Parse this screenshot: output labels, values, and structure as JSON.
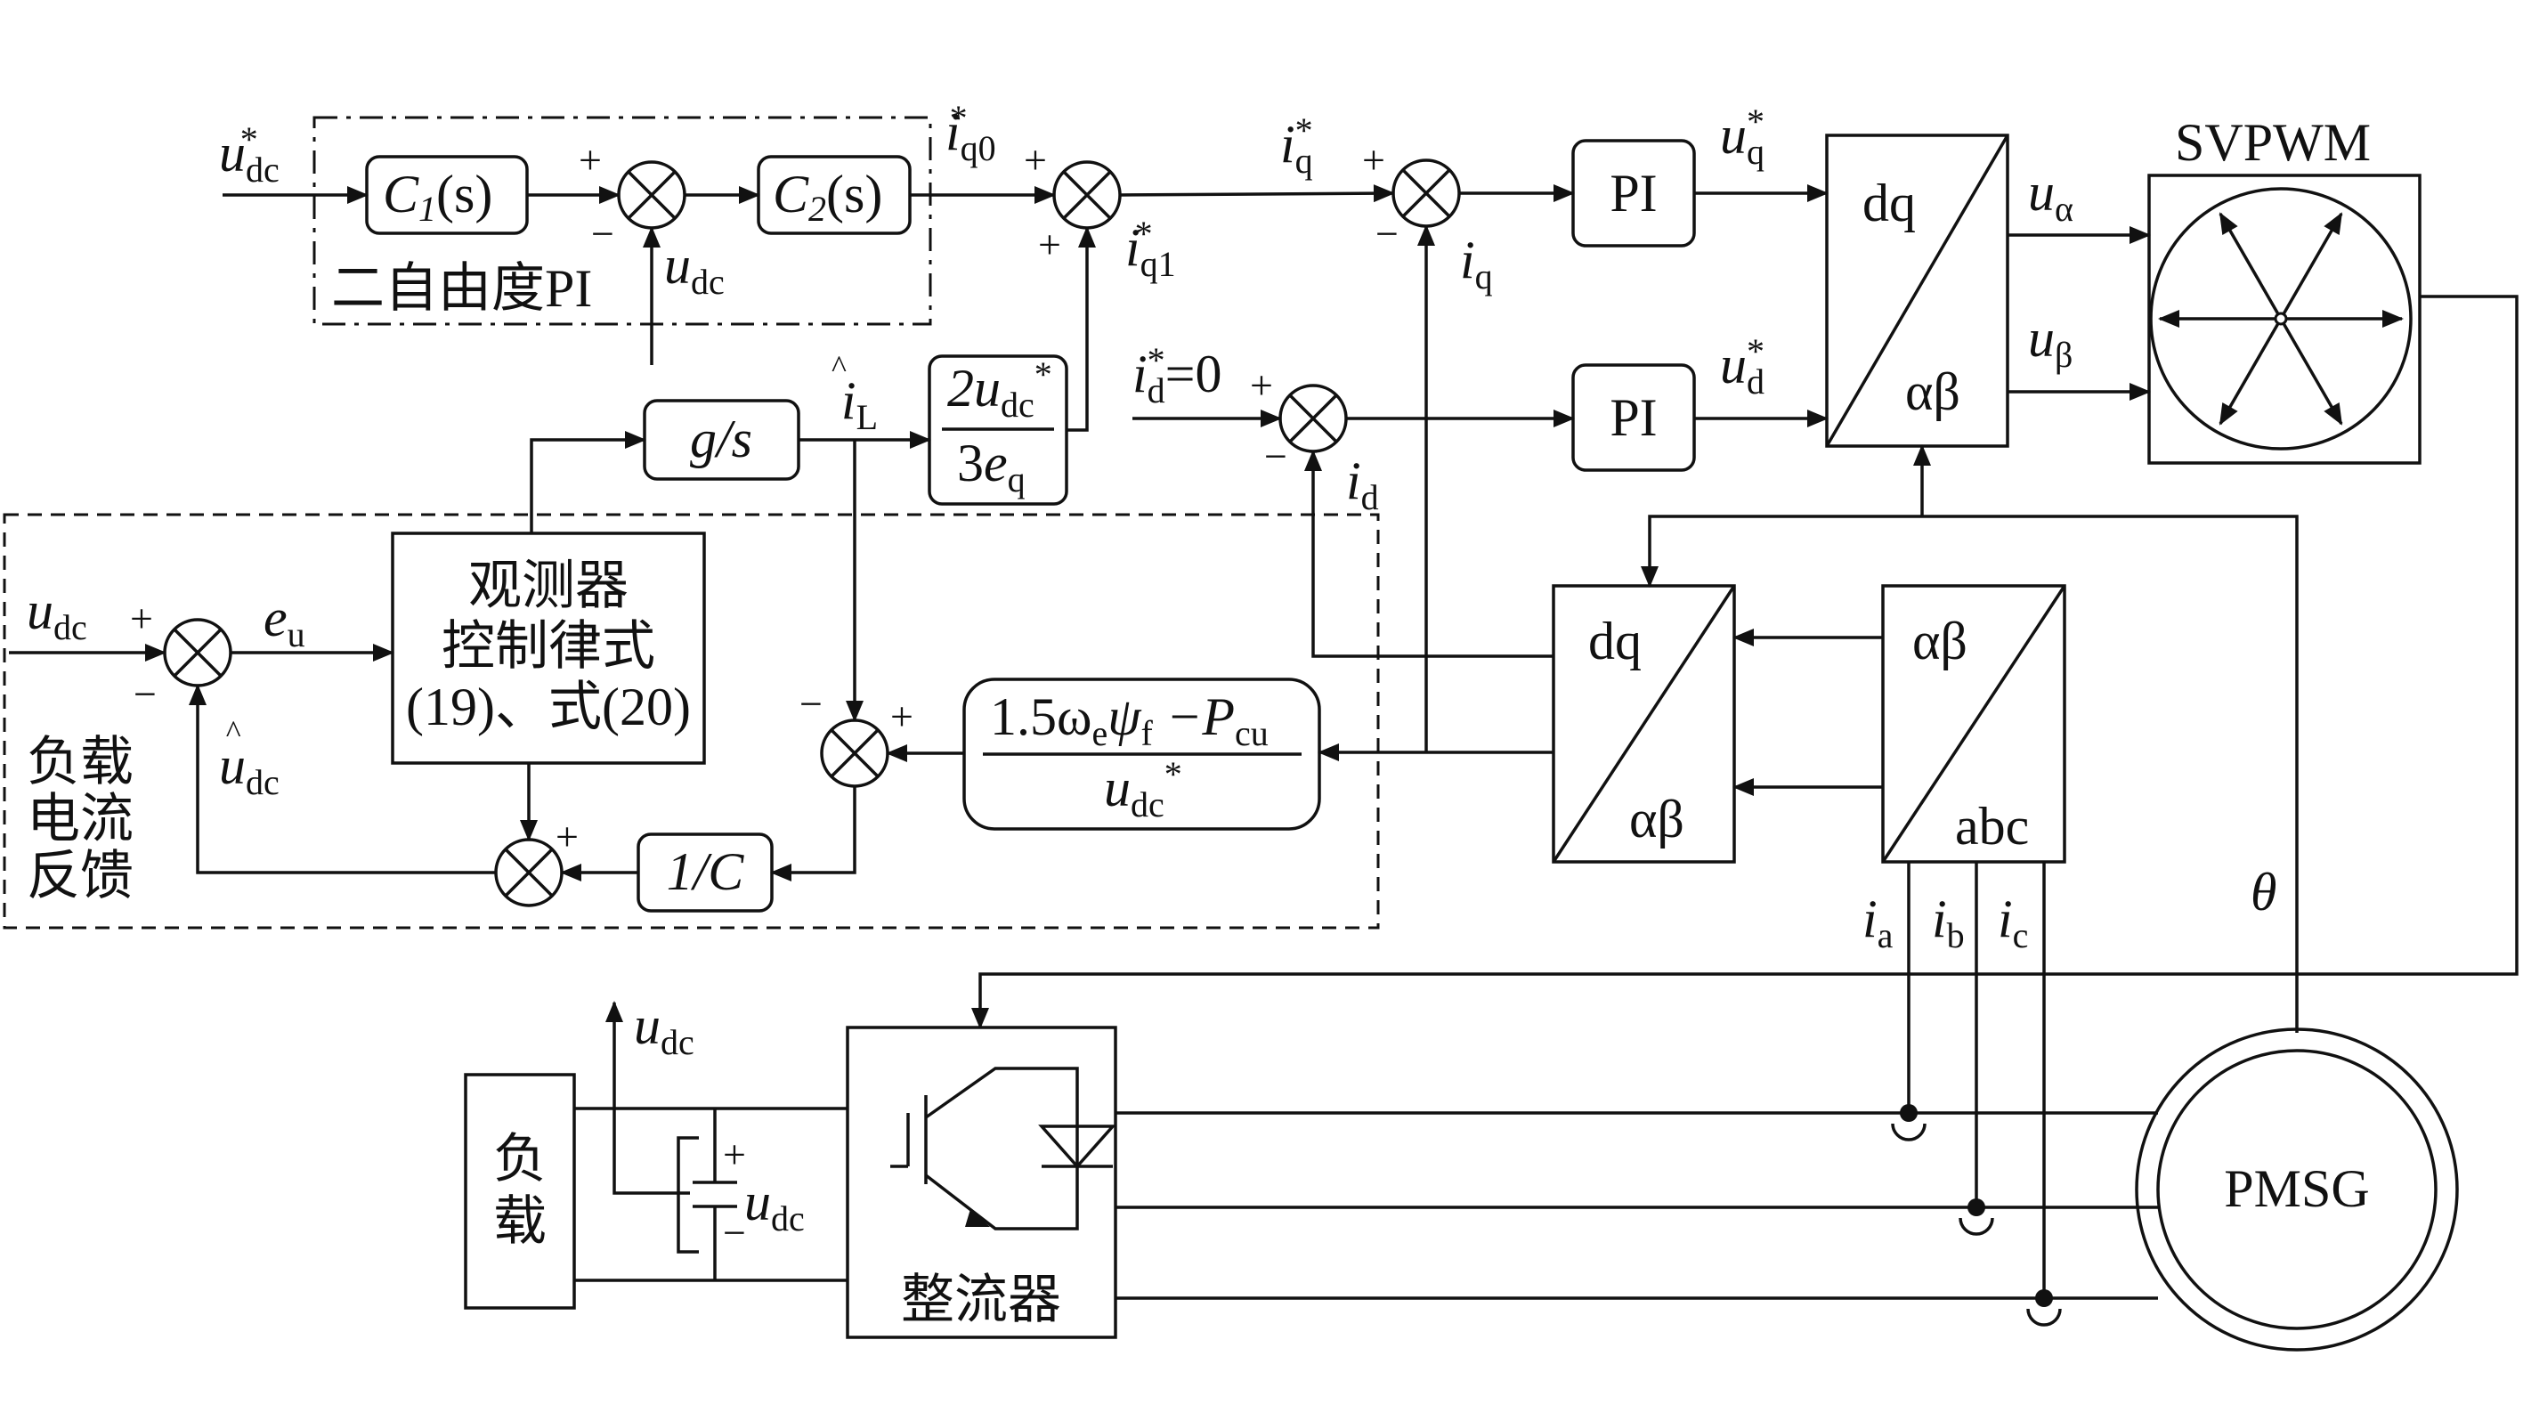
{
  "labels": {
    "udc_ref": "u",
    "udc_sub": "dc",
    "star": "*",
    "c1": "C",
    "c1_sub": "1",
    "c2": "C",
    "c2_sub": "2",
    "of_s": "(s)",
    "two_dof": "二自由度PI",
    "iq0": "i",
    "iq0_sub": "q0",
    "iq1": "i",
    "iq1_sub": "q1",
    "iq_ref": "i",
    "iq_sub": "q",
    "id_ref": "i",
    "id_sub": "d",
    "id_eq": "=0",
    "pi": "PI",
    "uq": "u",
    "uq_sub": "q",
    "ud": "u",
    "ud_sub": "d",
    "dq": "dq",
    "ab": "αβ",
    "abc": "abc",
    "ualpha": "u",
    "ualpha_sub": "α",
    "ubeta": "u",
    "ubeta_sub": "β",
    "svpwm": "SVPWM",
    "gs": "g/s",
    "iL": "i",
    "iL_sub": "L",
    "hat": "^",
    "frac1_num_a": "2u",
    "frac1_den": "3e",
    "frac1_den_sub": "q",
    "observer_l1": "观测器",
    "observer_l2": "控制律式",
    "observer_l3": "(19)、式(20)",
    "eu": "e",
    "eu_sub": "u",
    "udc_hat": "u",
    "frac2_num": "1.5ω",
    "frac2_e": "e",
    "frac2_psi": "ψ",
    "frac2_f": "f",
    "frac2_minus": " −P",
    "frac2_cu": "cu",
    "inv_c": "1/C",
    "feedback_l1": "负载",
    "feedback_l2": "电流",
    "feedback_l3": "反馈",
    "ia": "i",
    "ia_sub": "a",
    "ib": "i",
    "ib_sub": "b",
    "ic": "i",
    "ic_sub": "c",
    "theta": "θ",
    "load_l1": "负",
    "load_l2": "载",
    "rectifier": "整流器",
    "pmsg": "PMSG",
    "plus": "+",
    "minus": "−"
  }
}
